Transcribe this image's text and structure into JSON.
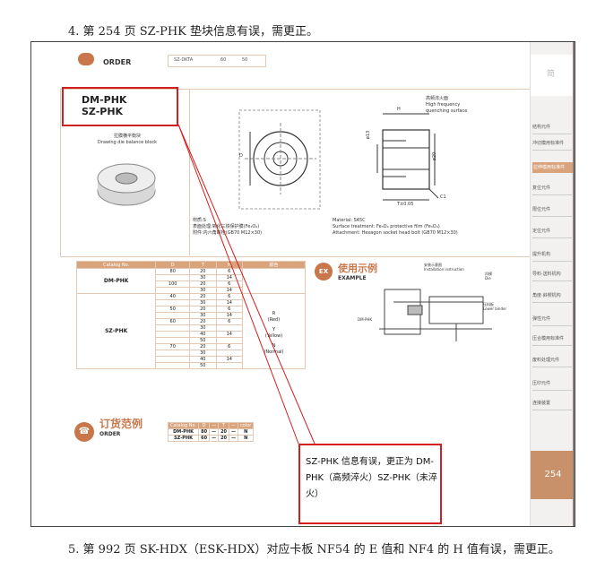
{
  "notes": {
    "top": "4. 第 254 页 SZ-PHK 垫块信息有误，需更正。",
    "bottom": "5. 第 992 页 SK-HDX（ESK-HDX）对应卡板 NF54 的 E 值和 NF4 的 H 值有误，需更正。"
  },
  "page": {
    "order_label": "ORDER",
    "order_code_cut": "SZ-DKTA",
    "order_code_cut_v1": "60",
    "order_code_cut_v2": "50",
    "product_title_line1": "DM-PHK",
    "product_title_line2": "SZ-PHK",
    "block_name_cn": "拉膜横平衡块",
    "block_name_en": "Drawing die balance block",
    "dim_H": "H",
    "dim_D": "D",
    "dim_d13": "ø13",
    "dim_d20": "ø20",
    "dim_C1": "C1",
    "dim_T": "T±0.05",
    "hf_cn": "高频淬火面",
    "hf_en1": "High frequency",
    "hf_en2": "quenching surface",
    "spec_cn1": "材质:S",
    "spec_cn2": "表面处理:氧化三铁保护膜(Fe₃O₄)",
    "spec_cn3": "附件:内六角螺栓(GB70 M12×30)",
    "spec_en1": "Material: S45C",
    "spec_en2": "Surface treatment: Fe₃O₄ protective film (Fe₃O₄)",
    "spec_en3": "Attachment: Hexagon socket head bolt (GB70 M12×30)",
    "table_headers": [
      "Catalog No.",
      "D",
      "T",
      "H",
      "颜色"
    ],
    "dm_name": "DM-PHK",
    "sz_name": "SZ-PHK",
    "dm_rows": [
      [
        "80",
        "20",
        "6"
      ],
      [
        "",
        "30",
        "14"
      ],
      [
        "100",
        "20",
        "6"
      ],
      [
        "",
        "30",
        "14"
      ]
    ],
    "sz_rows": [
      [
        "40",
        "20",
        "6"
      ],
      [
        "",
        "30",
        "14"
      ],
      [
        "50",
        "20",
        "6"
      ],
      [
        "",
        "30",
        "14"
      ],
      [
        "60",
        "20",
        "6"
      ],
      [
        "",
        "30",
        ""
      ],
      [
        "",
        "40",
        "14"
      ],
      [
        "",
        "50",
        ""
      ],
      [
        "70",
        "20",
        "6"
      ],
      [
        "",
        "30",
        ""
      ],
      [
        "",
        "40",
        "14"
      ],
      [
        "",
        "50",
        ""
      ]
    ],
    "colors": [
      "R",
      "(Red)",
      "Y",
      "(Yellow)",
      "N",
      "(Normal)"
    ],
    "example_badge": "EX",
    "example_cn": "使用示例",
    "example_en": "EXAMPLE",
    "ex_install_cn": "安装示意图",
    "ex_install_en": "Installation instruction",
    "ex_die_cn": "凹模",
    "ex_die_en": "Die",
    "ex_binder_cn": "压料板",
    "ex_binder_en": "Lower binder",
    "ex_part": "DM-PHK",
    "order2_cn": "订货范例",
    "order2_en": "ORDER",
    "order_headers": [
      "Catalog No.",
      "D",
      "—",
      "T",
      "—",
      "color"
    ],
    "order_rows": [
      [
        "DM-PHK",
        "80",
        "—",
        "20",
        "—",
        "N"
      ],
      [
        "SZ-PHK",
        "60",
        "—",
        "20",
        "—",
        "N"
      ]
    ],
    "sidebar_items": [
      "结构元件",
      "冲切模用标准件",
      "拉伸模用标准件",
      "复位元件",
      "限位元件",
      "定位元件",
      "提升机构",
      "导料·送料机构",
      "角度·斜楔机构",
      "弹性元件",
      "压合模用标准件",
      "废料处理元件",
      "压印元件",
      "连接装置"
    ],
    "sidebar_active_index": 2,
    "page_number": "254",
    "correction_text": "SZ-PHK 信息有误，更正为 DM-PHK（高频淬火）SZ-PHK（未淬火）",
    "sb_cut_char": "简"
  }
}
